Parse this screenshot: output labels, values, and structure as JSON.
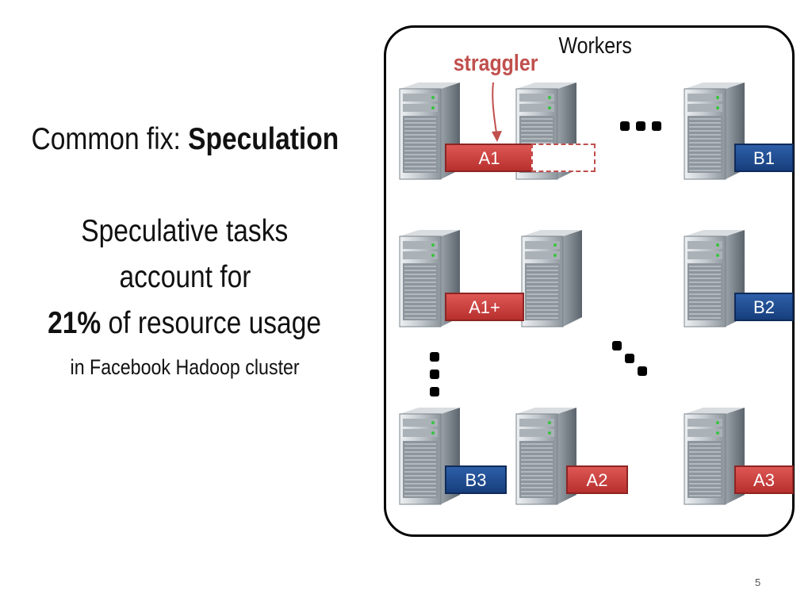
{
  "left": {
    "title_prefix": "Common fix: ",
    "title_bold": "Speculation",
    "line1": "Speculative tasks",
    "line2": "account for",
    "line3_bold": "21%",
    "line3_rest": " of resource usage",
    "line4": "in Facebook Hadoop cluster"
  },
  "diagram": {
    "workers_label": "Workers",
    "straggler_label": "straggler",
    "tasks": {
      "a1": "A1",
      "a1_plus": "A1+",
      "b1": "B1",
      "b2": "B2",
      "b3": "B3",
      "a2": "A2",
      "a3": "A3"
    },
    "colors": {
      "red_task": "#c0504d",
      "blue_task": "#1f4e8c",
      "straggler": "#c0504d"
    }
  },
  "footer": {
    "page_number": "5"
  }
}
